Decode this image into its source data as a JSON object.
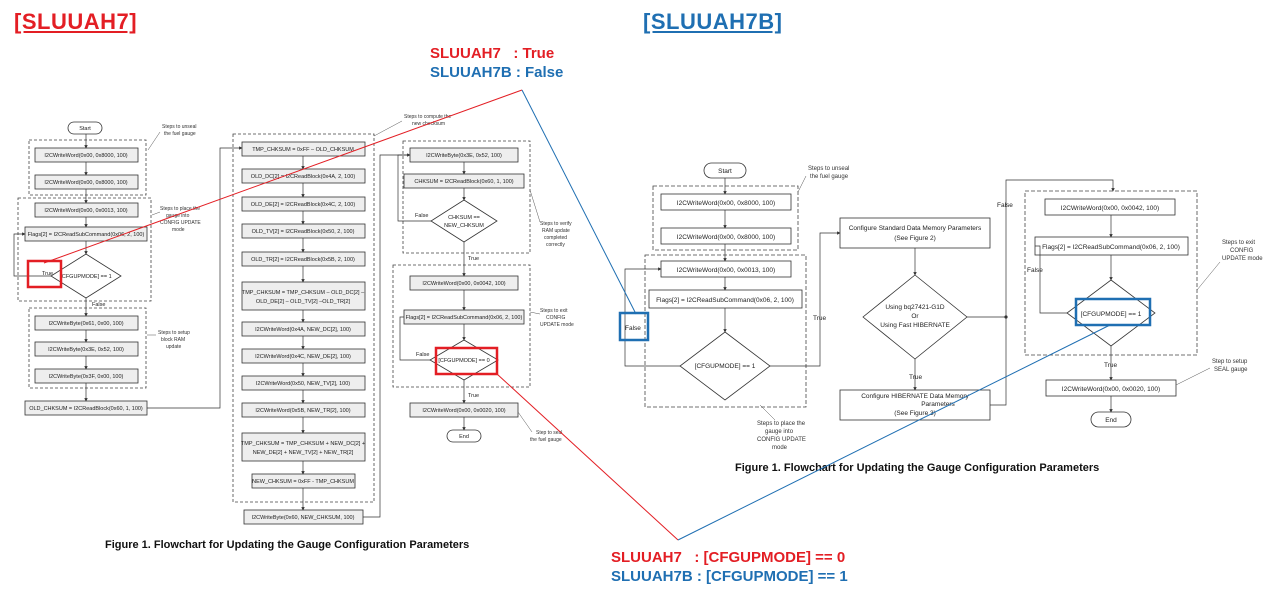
{
  "headers": {
    "left": "[SLUUAH7]",
    "right": "[SLUUAH7B]"
  },
  "annotations": {
    "top": {
      "line1": "SLUUAH7   : True",
      "line2": "SLUUAH7B : False"
    },
    "bottom": {
      "line1": "SLUUAH7   : [CFGUPMODE] == 0",
      "line2": "SLUUAH7B : [CFGUPMODE] == 1"
    }
  },
  "captions": {
    "left": "Figure 1. Flowchart for Updating the Gauge Configuration Parameters",
    "right": "Figure 1. Flowchart for Updating the Gauge Configuration Parameters"
  },
  "colors": {
    "red": "#e31e24",
    "blue": "#1f6fb2"
  },
  "left_flow": {
    "start": "Start",
    "end": "End",
    "col1": [
      "I2CWriteWord(0x00, 0x8000, 100)",
      "I2CWriteWord(0x00, 0x8000, 100)",
      "I2CWriteWord(0x00, 0x0013, 100)",
      "Flags[2] = I2CReadSubCommand(0x06, 2, 100)",
      "[CFGUPMODE] == 1",
      "I2CWriteByte(0x61, 0x00, 100)",
      "I2CWriteByte(0x3E, 0x52, 100)",
      "I2CWriteByte(0x3F, 0x00, 100)",
      "OLD_CHKSUM = I2CReadBlock(0x60, 1, 100)"
    ],
    "col2": [
      "TMP_CHKSUM = 0xFF – OLD_CHKSUM",
      "OLD_DC[2] = I2CReadBlock(0x4A, 2, 100)",
      "OLD_DE[2] = I2CReadBlock(0x4C, 2, 100)",
      "OLD_TV[2] = I2CReadBlock(0x50, 2, 100)",
      "OLD_TR[2] = I2CReadBlock(0x5B, 2, 100)",
      "TMP_CHKSUM = TMP_CHKSUM – OLD_DC[2] –",
      "OLD_DE[2] – OLD_TV[2] –OLD_TR[2]",
      "I2CWriteWord(0x4A, NEW_DC[2], 100)",
      "I2CWriteWord(0x4C, NEW_DE[2], 100)",
      "I2CWriteWord(0x50, NEW_TV[2], 100)",
      "I2CWriteWord(0x5B, NEW_TR[2], 100)",
      "TMP_CHKSUM = TMP_CHKSUM + NEW_DC[2] +",
      "NEW_DE[2] + NEW_TV[2] + NEW_TR[2]",
      "NEW_CHKSUM = 0xFF - TMP_CHKSUM",
      "I2CWriteByte(0x60, NEW_CHKSUM, 100)"
    ],
    "col3": [
      "I2CWriteByte(0x3E, 0x52, 100)",
      "CHKSUM = I2CReadBlock(0x60, 1, 100)",
      "CHKSUM ==",
      "NEW_CHKSUM",
      "I2CWriteWord(0x00, 0x0042, 100)",
      "Flags[2] = I2CReadSubCommand(0x06, 2, 100)",
      "[CFGUPMODE] == 0",
      "I2CWriteWord(0x00, 0x0020, 100)"
    ],
    "labels": {
      "true": "True",
      "false": "False"
    },
    "notes": [
      "Steps to unseal",
      "the fuel gauge",
      "Steps to place the",
      "gauge into",
      "CONFIG UPDATE",
      "mode",
      "Steps to setup",
      "block RAM",
      "update",
      "Steps to compute the",
      "new checksum",
      "Steps to verify",
      "RAM update",
      "completed",
      "correctly",
      "Steps to exit",
      "CONFIG",
      "UPDATE mode",
      "Step to seal",
      "the fuel gauge"
    ]
  },
  "right_flow": {
    "start": "Start",
    "end": "End",
    "col1": [
      "I2CWriteWord(0x00, 0x8000, 100)",
      "I2CWriteWord(0x00, 0x8000, 100)",
      "I2CWriteWord(0x00, 0x0013, 100)",
      "Flags[2] = I2CReadSubCommand(0x06, 2, 100)",
      "[CFGUPMODE] == 1"
    ],
    "col2": [
      "Configure Standard Data Memory Parameters",
      "(See Figure 2)",
      "Using bq27421-G1D",
      "Or",
      "Using Fast HIBERNATE",
      "Configure  HIBERNATE Data Memory",
      "Parameters",
      "(See Figure 3)"
    ],
    "col3": [
      "I2CWriteWord(0x00, 0x0042, 100)",
      "Flags[2] = I2CReadSubCommand(0x06, 2, 100)",
      "[CFGUPMODE] == 1",
      "I2CWriteWord(0x00, 0x0020, 100)"
    ],
    "labels": {
      "true": "True",
      "false": "False"
    },
    "notes": [
      "Steps to unseal",
      "the fuel gauge",
      "Steps to place the",
      "gauge into",
      "CONFIG UPDATE",
      "mode",
      "Steps to exit",
      "CONFIG",
      "UPDATE mode",
      "Step to setup",
      "SEAL gauge"
    ]
  }
}
